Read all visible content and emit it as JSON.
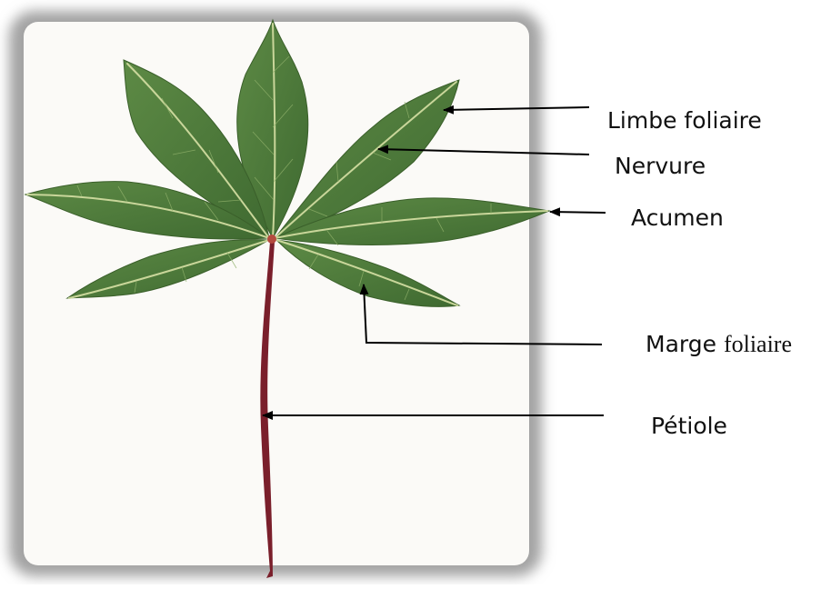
{
  "labels": {
    "limbe": "Limbe foliaire",
    "nervure": "Nervure",
    "acumen": "Acumen",
    "marge_word": "Marge",
    "marge_rest": "foliaire",
    "petiole": "Pétiole"
  },
  "colors": {
    "photo_border": "#9a9a9a",
    "background": "#fbfaf7",
    "leaf_fill": "#4e7a3a",
    "leaf_vein": "#a8c27a",
    "midrib": "#c9d69a",
    "petiole": "#7a1f2b",
    "arrow": "#000000"
  }
}
